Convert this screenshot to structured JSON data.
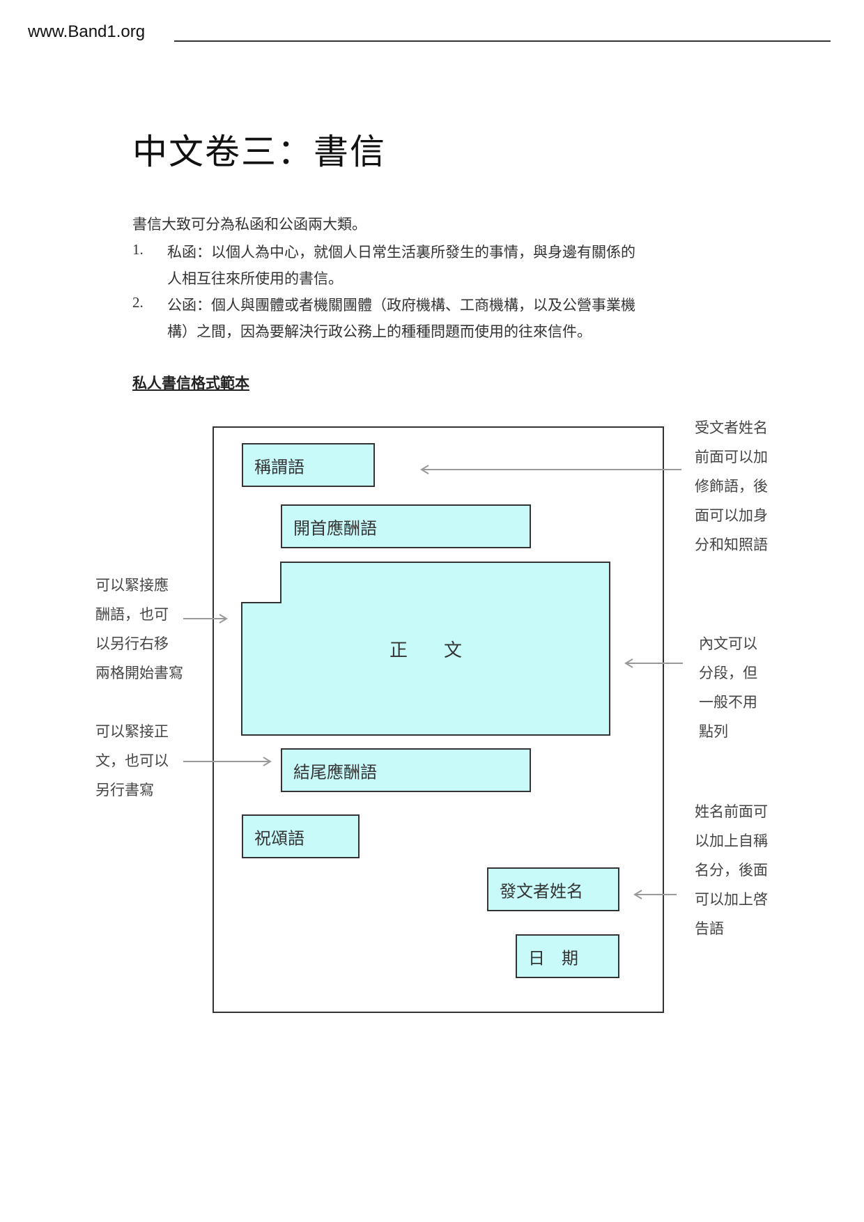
{
  "header": {
    "site": "www.Band1.org"
  },
  "title": "中文卷三：書信",
  "intro": "書信大致可分為私函和公函兩大類。",
  "items": [
    {
      "num": "1.",
      "line1": "私函：以個人為中心，就個人日常生活裏所發生的事情，與身邊有關係的",
      "line2": "人相互往來所使用的書信。"
    },
    {
      "num": "2.",
      "line1": "公函：個人與團體或者機關團體（政府機構、工商機構，以及公營事業機",
      "line2": "構）之間，因為要解決行政公務上的種種問題而使用的往來信件。"
    }
  ],
  "subheading": "私人書信格式範本",
  "diagram": {
    "salutation": "稱謂語",
    "opening": "開首應酬語",
    "body": "正　　文",
    "closing": "結尾應酬語",
    "blessing": "祝頌語",
    "sender": "發文者姓名",
    "date": "日　期",
    "notes": {
      "salutation": [
        "受文者姓名",
        "前面可以加",
        "修飾語，後",
        "面可以加身",
        "分和知照語"
      ],
      "body_start": [
        "可以緊接應",
        "酬語，也可",
        "以另行右移",
        "兩格開始書寫"
      ],
      "body": [
        "內文可以",
        "分段，但",
        "一般不用",
        "點列"
      ],
      "closing": [
        "可以緊接正",
        "文，也可以",
        "另行書寫"
      ],
      "sender": [
        "姓名前面可",
        "以加上自稱",
        "名分，後面",
        "可以加上啓",
        "告語"
      ]
    }
  },
  "colors": {
    "box_fill": "#c8fafa",
    "arrow": "#999999"
  }
}
